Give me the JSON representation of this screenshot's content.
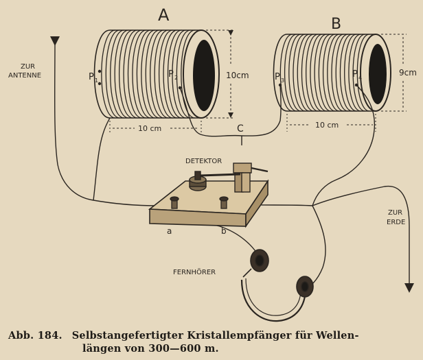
{
  "labels": {
    "coil_a": "A",
    "coil_b": "B",
    "antenna_line1": "ZUR",
    "antenna_line2": "ANTENNE",
    "earth_line1": "ZUR",
    "earth_line2": "ERDE",
    "p1": "P",
    "p1_sub": "1",
    "p2": "P",
    "p2_sub": "2",
    "p3": "P",
    "p3_sub": "3",
    "p4": "P",
    "p4_sub": "4",
    "dim_a_height": "10cm",
    "dim_a_length": "10 cm",
    "dim_b_height": "9cm",
    "dim_b_length": "10 cm",
    "junction_c": "C",
    "detector": "DETEKTOR",
    "terminal_a": "a",
    "terminal_b": "b",
    "headphones": "FERNHÖRER"
  },
  "caption": {
    "number": "Abb. 184.",
    "line1": "Selbstangefertigter Kristallempfänger für Wellen-",
    "line2": "längen von 300—600 m."
  },
  "colors": {
    "paper": "#e6d9bf",
    "ink": "#2a2520",
    "coil_inner": "#1c1a17"
  }
}
